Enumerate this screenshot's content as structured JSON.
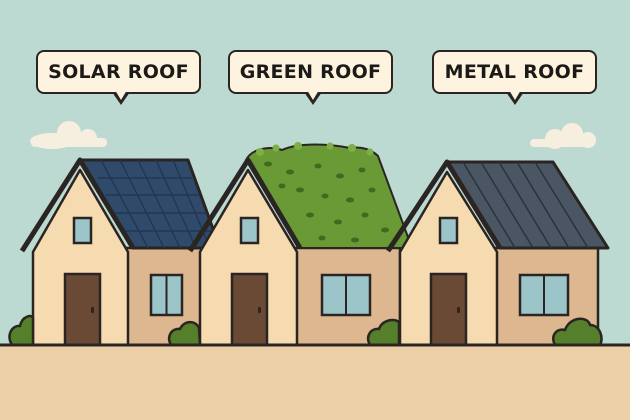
{
  "labels": {
    "solar": "SOLAR ROOF",
    "green": "GREEN ROOF",
    "metal": "METAL ROOF"
  },
  "colors": {
    "sky": "#bcd9d2",
    "ground": "#edd0a8",
    "wall_light": "#f7dbb0",
    "wall_shade": "#dcb78f",
    "outline": "#2a2522",
    "solar_panel": "#2f4a6b",
    "green_roof": "#6a9a35",
    "metal_roof": "#4a5663",
    "door": "#6b4a35",
    "window": "#9cc5c9",
    "bush": "#557f2a",
    "cloud": "#f6efe0",
    "bubble_bg": "#fdf3df"
  }
}
